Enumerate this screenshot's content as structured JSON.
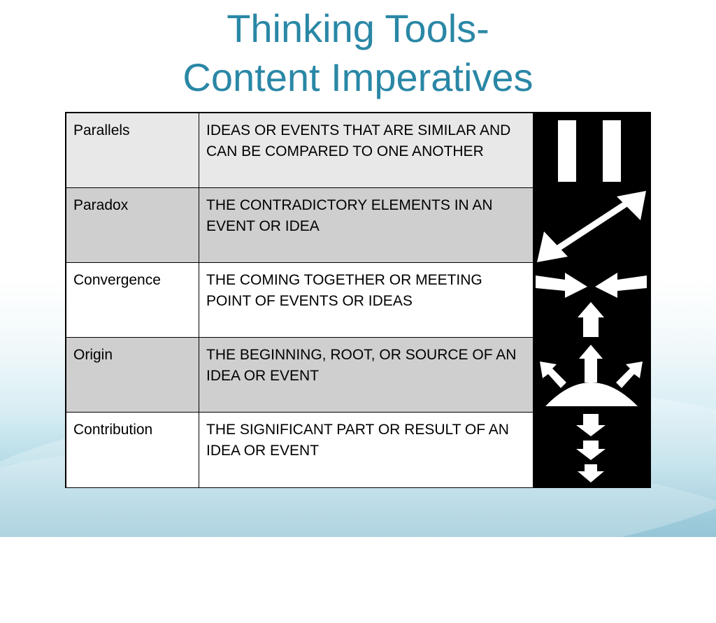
{
  "slide": {
    "title_line1": "Thinking Tools-",
    "title_line2": "Content Imperatives"
  },
  "table": {
    "rows": [
      {
        "term": "Parallels",
        "definition": "IDEAS OR EVENTS THAT ARE SIMILAR AND CAN BE COMPARED TO ONE ANOTHER",
        "icon": "parallel-lines-icon"
      },
      {
        "term": "Paradox",
        "definition": "THE CONTRADICTORY ELEMENTS IN AN EVENT OR IDEA",
        "icon": "double-headed-arrow-icon"
      },
      {
        "term": "Convergence",
        "definition": "THE COMING TOGETHER OR MEETING POINT OF EVENTS OR IDEAS",
        "icon": "converging-arrows-icon"
      },
      {
        "term": "Origin",
        "definition": "THE BEGINNING, ROOT, OR SOURCE OF AN IDEA OR EVENT",
        "icon": "sunrise-arrows-icon"
      },
      {
        "term": "Contribution",
        "definition": "THE SIGNIFICANT PART OR RESULT OF AN IDEA OR EVENT",
        "icon": "stacked-down-arrows-icon"
      }
    ]
  },
  "colors": {
    "title": "#2a87a6",
    "row_light": "#e8e8e8",
    "row_dark": "#cfcfcf",
    "icon_background": "#000000",
    "icon_foreground": "#ffffff"
  }
}
